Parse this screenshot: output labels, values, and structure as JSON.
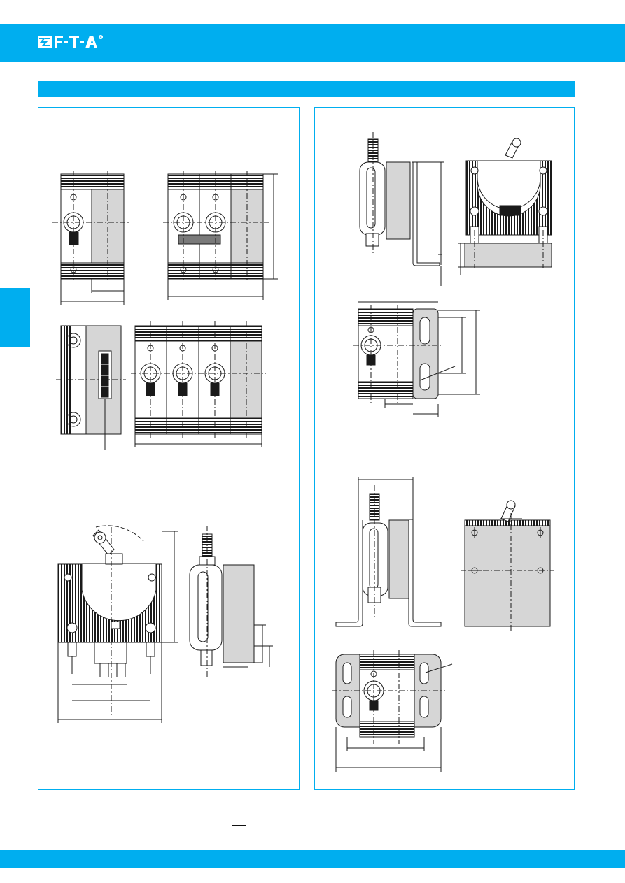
{
  "brand": {
    "logo_text": "F-T-A",
    "registered_mark": "®"
  },
  "colors": {
    "accent": "#00aeef",
    "shading": "#d6d6d6",
    "line": "#1a1a1a"
  },
  "views": [
    "front-view-single-pole",
    "front-view-double-pole",
    "side-view-auxiliary-contact",
    "front-view-triple-pole",
    "side-view-toggle",
    "side-view-terminal",
    "bracket-side-view",
    "bracket-rear-view",
    "bracket-top-view",
    "panel-mount-side-view",
    "panel-mount-rear-view",
    "panel-mount-top-view"
  ]
}
